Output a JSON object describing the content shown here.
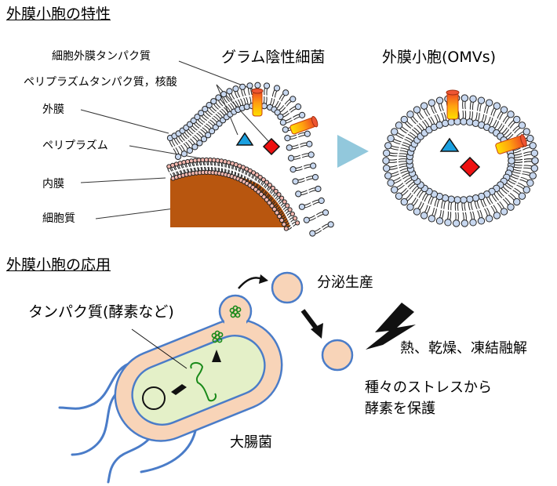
{
  "sections": {
    "properties_title": "外膜小胞の特性",
    "applications_title": "外膜小胞の応用"
  },
  "top_diagram": {
    "bacteria_title": "グラム陰性細菌",
    "omv_title": "外膜小胞(OMVs)",
    "labels": {
      "outer_membrane_protein": "細胞外膜タンパク質",
      "periplasm_protein_nucleic_acid": "ペリプラズムタンパク質，核酸",
      "outer_membrane": "外膜",
      "periplasm": "ペリプラズム",
      "inner_membrane": "内膜",
      "cytoplasm": "細胞質"
    }
  },
  "bottom_diagram": {
    "protein_label": "タンパク質(酵素など)",
    "secretion_label": "分泌生産",
    "stress_label": "熱、乾燥、凍結融解",
    "protection_line1": "種々のストレスから",
    "protection_line2": "酵素を保護",
    "ecoli_label": "大腸菌"
  },
  "colors": {
    "lipid_head_outer": "#c8d8f0",
    "lipid_head_inner": "#f4b8b0",
    "cytoplasm_brown": "#b8560f",
    "periplasm_peach": "#f8d4b8",
    "cytoplasm_green": "#e4f0c8",
    "membrane_blue": "#4a7cc8",
    "protein_green": "#1a8a1a",
    "triangle_blue": "#1aa0e0",
    "diamond_red": "#ee1111",
    "process_arrow": "#92c8dc"
  }
}
